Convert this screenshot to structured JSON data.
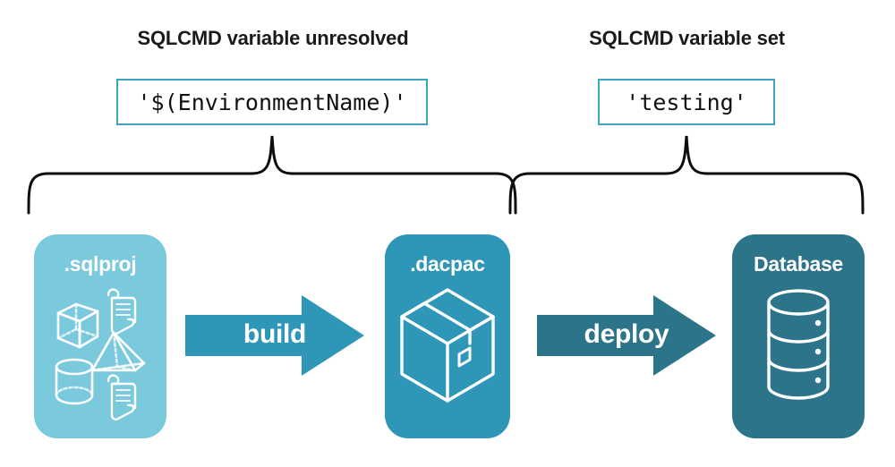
{
  "diagram": {
    "title": "SQLCMD variable resolution in sqlproj build and deploy pipeline",
    "background": "#ffffff",
    "colors": {
      "light_teal": "#7bc9dd",
      "medium_teal": "#2e97b7",
      "dark_teal": "#2c7489",
      "box_border_teal": "#3da5c2",
      "text_black": "#1a1a1a",
      "text_white": "#ffffff"
    }
  },
  "groups": [
    {
      "heading": "SQLCMD variable unresolved",
      "value": "'$(EnvironmentName)'",
      "brace_name": "brace-left"
    },
    {
      "heading": "SQLCMD variable set",
      "value": "'testing'",
      "brace_name": "brace-right"
    }
  ],
  "stages": [
    {
      "label": ".sqlproj",
      "color": "#7bc9dd",
      "icons": [
        "cube-icon",
        "scroll-icon",
        "pyramid-icon",
        "cylinder-icon",
        "scroll-icon"
      ]
    },
    {
      "label": ".dacpac",
      "color": "#2e97b7",
      "icons": [
        "package-box-icon"
      ]
    },
    {
      "label": "Database",
      "color": "#2c7489",
      "icons": [
        "database-cylinder-icon"
      ]
    }
  ],
  "arrows": [
    {
      "label": "build",
      "color": "#2e97b7",
      "icon": "arrow-right-icon"
    },
    {
      "label": "deploy",
      "color": "#2c7489",
      "icon": "arrow-right-icon"
    }
  ]
}
